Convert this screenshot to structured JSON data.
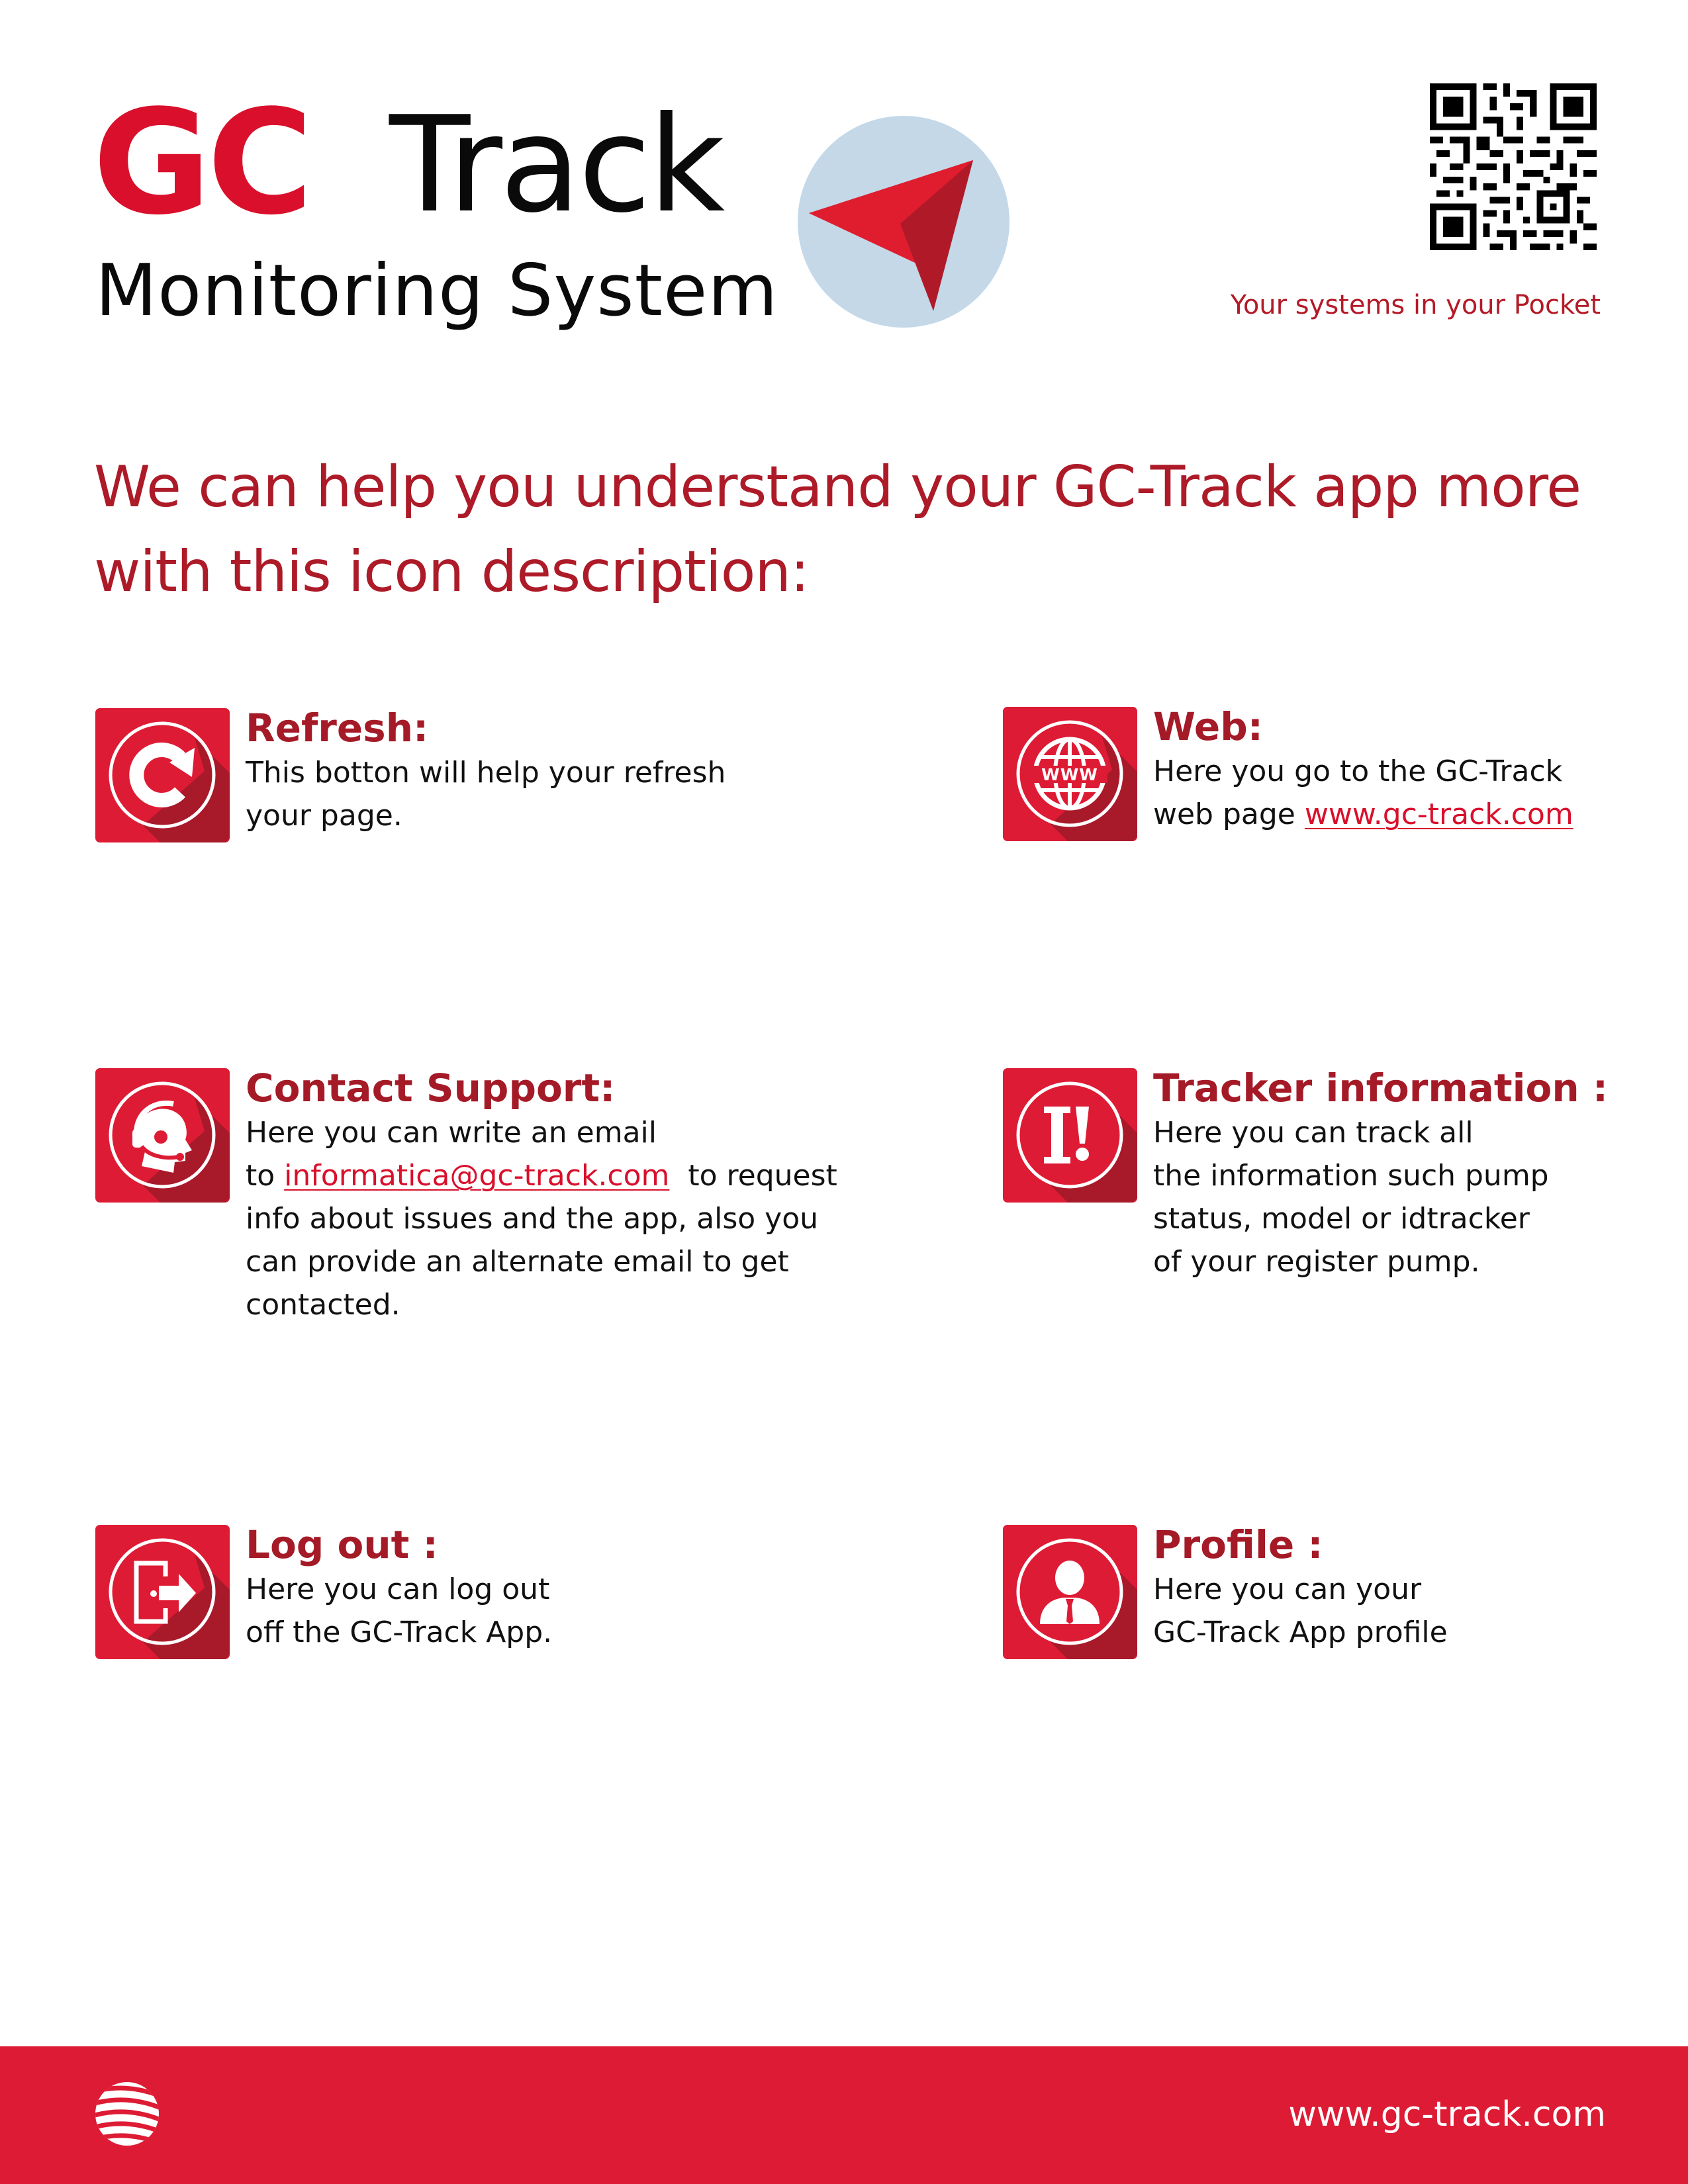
{
  "header": {
    "logo_gc": "GC",
    "logo_track": "Track",
    "logo_subtitle": "Monitoring System",
    "tagline": "Your systems in your Pocket",
    "logo_icon": "red-arrow-pointer-icon",
    "qr_icon": "qr-code-icon"
  },
  "headline": {
    "line1": "We can help you understand your GC-Track app more",
    "line2": "with this icon description:"
  },
  "entries": {
    "refresh": {
      "icon": "refresh-icon",
      "title": "Refresh:",
      "lines": [
        "This botton will help your refresh",
        "your page."
      ]
    },
    "web": {
      "icon": "www-globe-icon",
      "title": "Web:",
      "line1": "Here you go to the GC-Track",
      "line2_prefix": "web page ",
      "link": "www.gc-track.com"
    },
    "support": {
      "icon": "support-headset-icon",
      "title": "Contact Support:",
      "line1": "Here you can write an email",
      "line2_prefix": "to ",
      "email": "informatica@gc-track.com",
      "line2_suffix": "  to request",
      "line3": "info about issues and the app, also you",
      "line4": "can provide an alternate email to get",
      "line5": "contacted."
    },
    "tracker": {
      "icon": "info-exclamation-icon",
      "title": "Tracker information :",
      "lines": [
        "Here you can track all",
        "the information such pump",
        "status, model or idtracker",
        "of your register pump."
      ]
    },
    "logout": {
      "icon": "logout-door-icon",
      "title": "Log out :",
      "lines": [
        "Here you can log out",
        "off the GC-Track App."
      ]
    },
    "profile": {
      "icon": "user-profile-icon",
      "title": "Profile :",
      "lines": [
        "Here you can your",
        "GC-Track App profile"
      ]
    }
  },
  "footer": {
    "website": "www.gc-track.com",
    "logo_icon": "striped-globe-icon"
  },
  "colors": {
    "brand_red": "#d90f2b",
    "heading_red": "#ad1a28",
    "footer_red": "#de1b34",
    "icon_shadow": "#a8192a",
    "logo_circle": "#c4d8e8"
  }
}
